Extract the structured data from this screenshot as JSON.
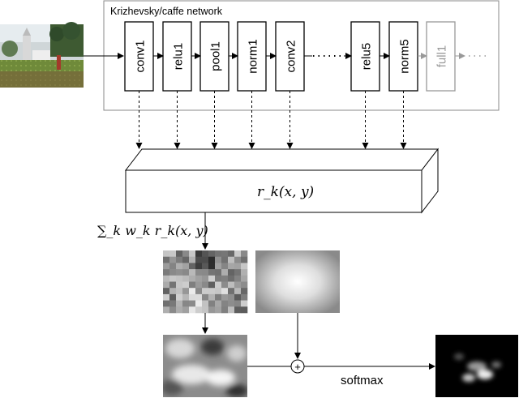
{
  "network": {
    "title": "Krizhevsky/caffe network",
    "layers": [
      {
        "label": "conv1",
        "active": true
      },
      {
        "label": "relu1",
        "active": true
      },
      {
        "label": "pool1",
        "active": true
      },
      {
        "label": "norm1",
        "active": true
      },
      {
        "label": "conv2",
        "active": true
      },
      {
        "label": "relu5",
        "active": true
      },
      {
        "label": "norm5",
        "active": true
      },
      {
        "label": "full1",
        "active": false
      }
    ]
  },
  "feature_block": {
    "label": "r_k(x, y)"
  },
  "weighted_sum": {
    "label": "∑_k w_k r_k(x, y)"
  },
  "combine": {
    "symbol": "+",
    "softmax_label": "softmax"
  },
  "colors": {
    "box_stroke": "#000000",
    "inactive": "#999999",
    "frame": "#888888"
  }
}
